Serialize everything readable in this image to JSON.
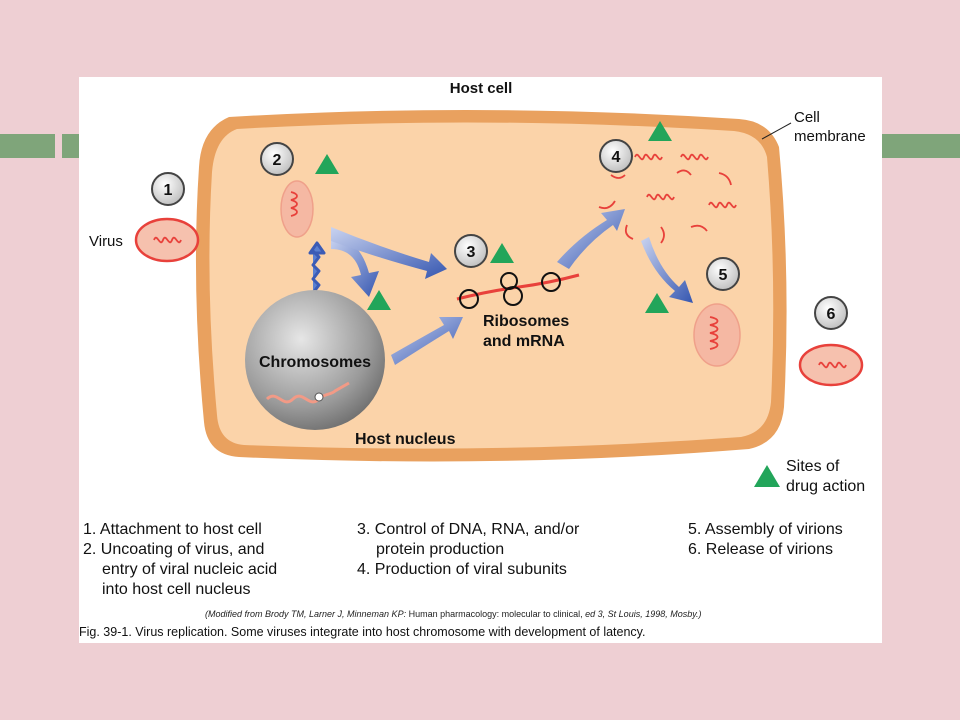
{
  "diagram": {
    "host_cell_label": "Host cell",
    "cell_membrane_label": [
      "Cell",
      "membrane"
    ],
    "virus_label": "Virus",
    "chromosomes_label": "Chromosomes",
    "host_nucleus_label": "Host nucleus",
    "ribosomes_label": [
      "Ribosomes",
      "and mRNA"
    ],
    "drug_sites_label": [
      "Sites of",
      "drug action"
    ],
    "step_numbers": [
      "1",
      "2",
      "3",
      "4",
      "5",
      "6"
    ],
    "colors": {
      "cell_fill": "#fbd3a9",
      "membrane": "#e9a15f",
      "virus_red": "#e8413b",
      "arrow_blue": "#3b5bb5",
      "triangle_green": "#22a55a",
      "nucleus_grey": "#9a9a9a"
    }
  },
  "legend": {
    "col1": [
      "1. Attachment to host cell",
      "2. Uncoating of virus, and",
      "entry of viral nucleic acid",
      "into host cell nucleus"
    ],
    "col2": [
      "3. Control of DNA, RNA, and/or",
      "protein production",
      "4. Production of viral subunits"
    ],
    "col3": [
      "5. Assembly of virions",
      "6. Release of virions"
    ]
  },
  "citation": {
    "prefix": "(Modified from Brody TM, Larner J, Minneman KP: ",
    "title": "Human pharmacology: molecular to clinical,",
    "suffix": " ed 3, St Louis, 1998, Mosby.)"
  },
  "caption": "Fig. 39-1. Virus replication. Some viruses integrate into host chromosome with development of latency."
}
